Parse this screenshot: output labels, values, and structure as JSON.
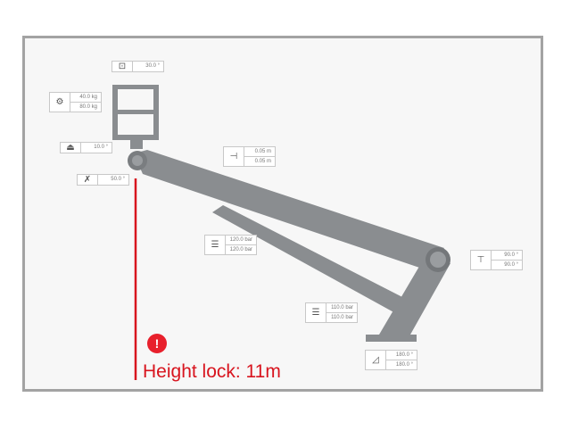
{
  "labels": {
    "basket_tilt": {
      "icon": "basket-tilt-icon",
      "values": [
        "30.0 °"
      ]
    },
    "basket_load": {
      "icon": "load-icon",
      "values": [
        "40.0 kg",
        "80.0 kg"
      ]
    },
    "basket_rotation": {
      "icon": "rotation-icon",
      "values": [
        "10.0 °"
      ]
    },
    "jib_angle": {
      "icon": "jib-angle-icon",
      "values": [
        "50.0 °"
      ]
    },
    "extension": {
      "icon": "extension-icon",
      "values": [
        "0.05 m",
        "0.05 m"
      ]
    },
    "upper_pressure": {
      "icon": "pressure-icon",
      "values": [
        "120.0 bar",
        "120.0 bar"
      ]
    },
    "elbow_angle": {
      "icon": "elbow-angle-icon",
      "values": [
        "90.0 °",
        "90.0 °"
      ]
    },
    "lower_pressure": {
      "icon": "pressure-icon",
      "values": [
        "110.0 bar",
        "110.0 bar"
      ]
    },
    "slew": {
      "icon": "slew-icon",
      "values": [
        "180.0 °",
        "180.0 °"
      ]
    }
  },
  "alert": {
    "icon": "alert-icon",
    "symbol": "!",
    "text": "Height lock: 11m",
    "color": "#e8202c"
  }
}
